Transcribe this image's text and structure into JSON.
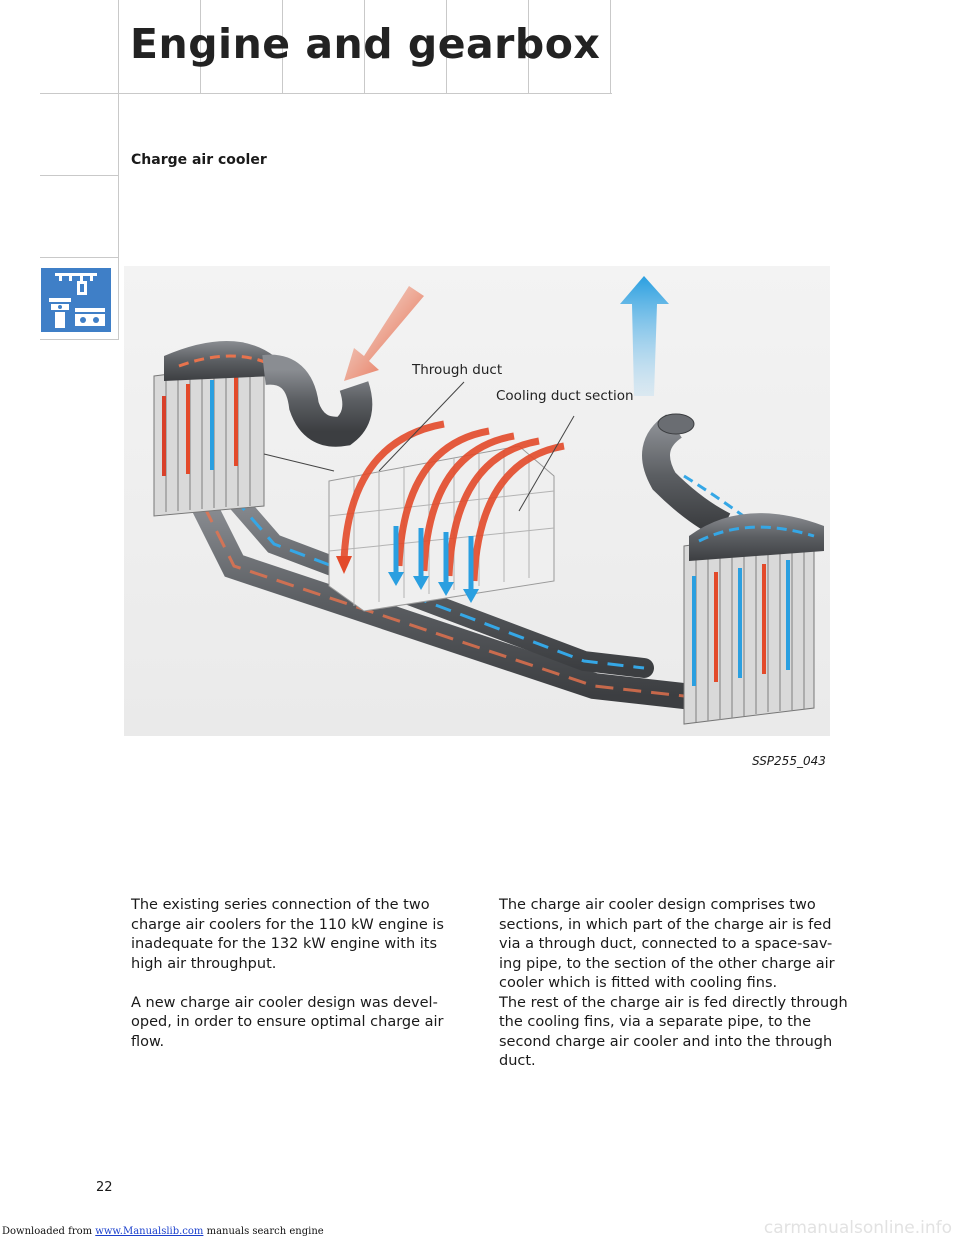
{
  "header": {
    "title": "Engine and gearbox"
  },
  "section": {
    "heading": "Charge air cooler"
  },
  "figure": {
    "labels": {
      "through_duct": "Through duct",
      "cooling_duct_section": "Cooling duct section"
    },
    "caption": "SSP255_043",
    "colors": {
      "hot_air": "#e34a2a",
      "cool_air": "#2a9fe0",
      "pipe": "#5b5e62",
      "icon_bg": "#3f7fc7"
    }
  },
  "body": {
    "left": [
      "The existing series connection of the two charge air coolers for the 110 kW engine is inadequate for the 132 kW engine with its high air throughput.",
      "A new charge air cooler design was devel-oped, in order to ensure optimal charge air flow."
    ],
    "right": [
      "The charge air cooler design comprises two sections, in which part of the charge air is fed via a through duct, connected to a space-sav-ing pipe, to the section of the other charge air cooler which is fitted with cooling fins.\nThe rest of the charge air is fed directly through the cooling fins, via a separate pipe, to the second charge air cooler and into the through duct."
    ]
  },
  "page_number": "22",
  "footer": {
    "prefix": "Downloaded from ",
    "link": "www.Manualslib.com",
    "suffix": "  manuals search engine"
  },
  "watermark": "carmanualsonline.info"
}
